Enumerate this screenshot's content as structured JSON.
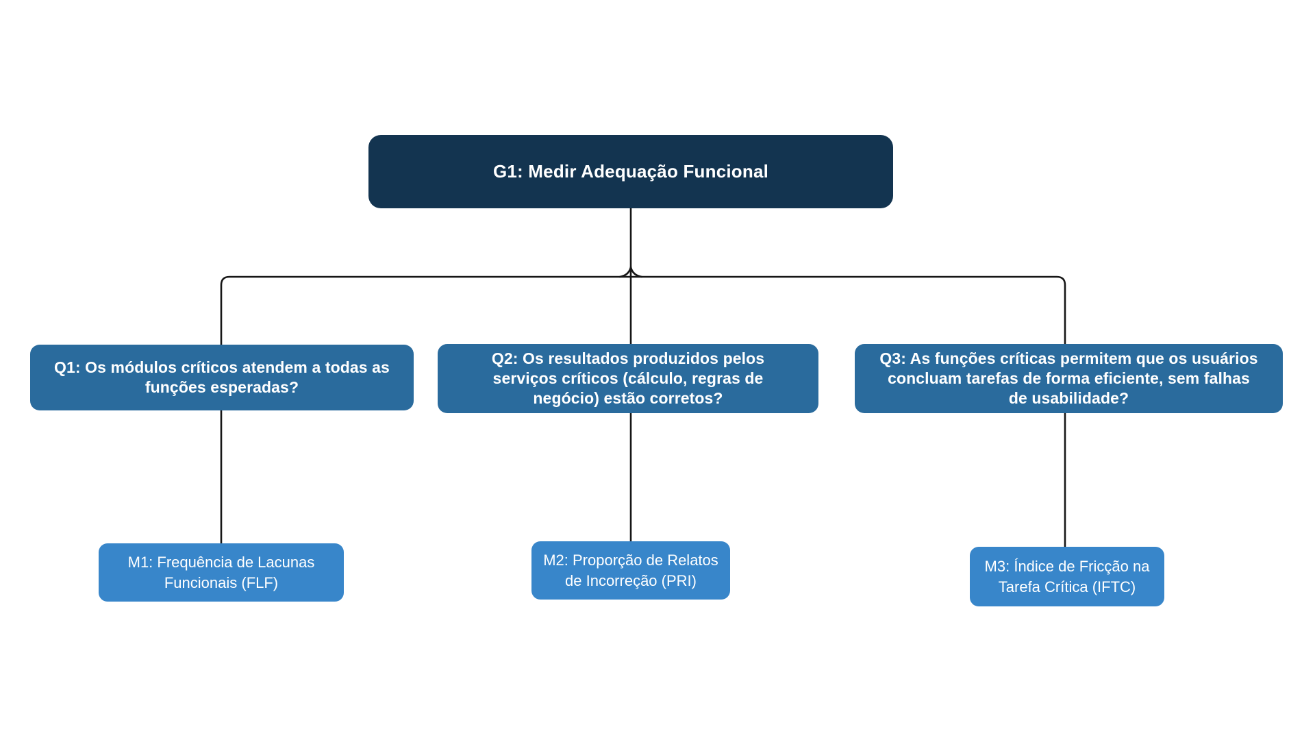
{
  "diagram": {
    "type": "gqm-tree",
    "background_color": "#ffffff",
    "connector_color": "#161616",
    "goal": {
      "id": "G1",
      "label": "G1: Medir Adequação Funcional",
      "fill_color": "#133450",
      "text_color": "#ffffff"
    },
    "questions": [
      {
        "id": "Q1",
        "label": "Q1: Os módulos críticos atendem a todas as\nfunções esperadas?",
        "fill_color": "#2A6B9D",
        "text_color": "#ffffff"
      },
      {
        "id": "Q2",
        "label": "Q2: Os resultados produzidos pelos\nserviços críticos (cálculo, regras de\nnegócio) estão corretos?",
        "fill_color": "#2A6B9D",
        "text_color": "#ffffff"
      },
      {
        "id": "Q3",
        "label": "Q3: As funções críticas permitem que os usuários\nconcluam tarefas de forma eficiente, sem falhas\nde usabilidade?",
        "fill_color": "#2A6B9D",
        "text_color": "#ffffff"
      }
    ],
    "metrics": [
      {
        "id": "M1",
        "label": "M1: Frequência de Lacunas\nFuncionais (FLF)",
        "fill_color": "#3886CA",
        "text_color": "#ffffff"
      },
      {
        "id": "M2",
        "label": "M2: Proporção de Relatos\nde Incorreção (PRI)",
        "fill_color": "#3886CA",
        "text_color": "#ffffff"
      },
      {
        "id": "M3",
        "label": "M3: Índice de Fricção na\nTarefa Crítica (IFTC)",
        "fill_color": "#3886CA",
        "text_color": "#ffffff"
      }
    ]
  }
}
